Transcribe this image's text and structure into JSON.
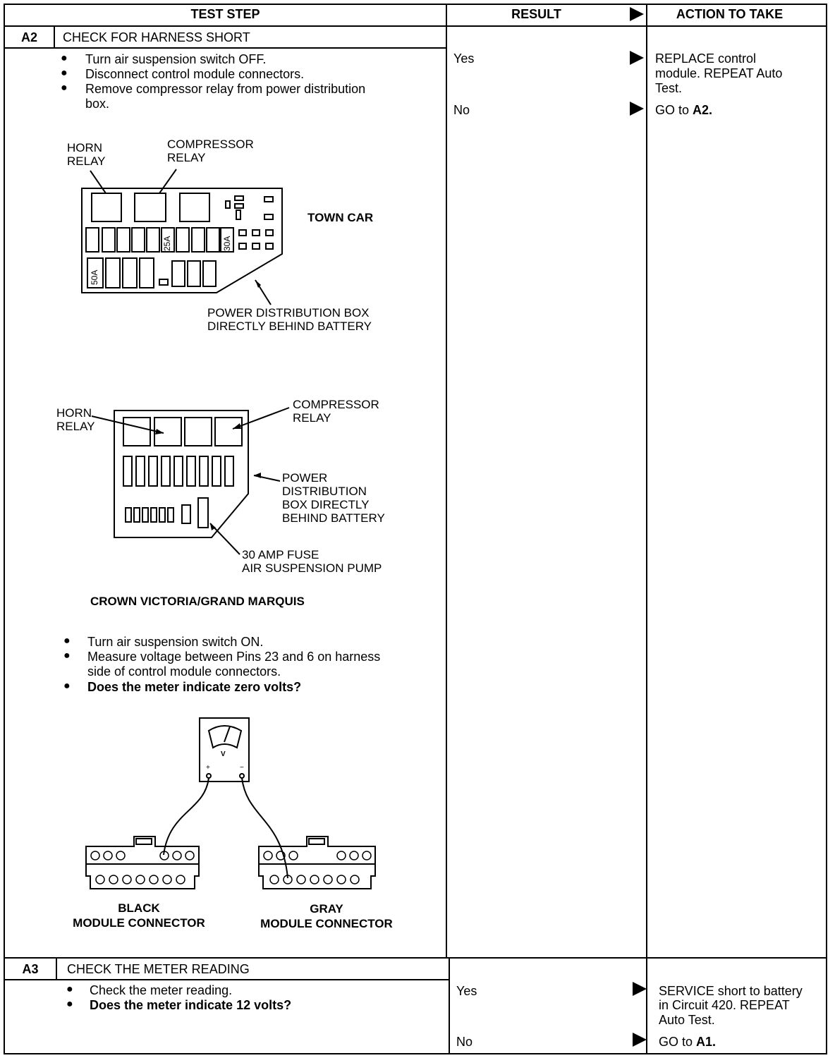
{
  "header": {
    "test_step": "TEST STEP",
    "result": "RESULT",
    "action": "ACTION TO TAKE"
  },
  "a2": {
    "step_id": "A2",
    "title": "CHECK FOR HARNESS SHORT",
    "bullets_top": [
      "Turn air suspension switch OFF.",
      "Disconnect control module connectors.",
      "Remove compressor relay from power distribution",
      "box."
    ],
    "diagram1": {
      "horn_relay_1": "HORN",
      "horn_relay_2": "RELAY",
      "comp_relay_1": "COMPRESSOR",
      "comp_relay_2": "RELAY",
      "model": "TOWN CAR",
      "fuse_25": "25A",
      "fuse_30": "30A",
      "fuse_50": "50A",
      "pdb_1": "POWER DISTRIBUTION BOX",
      "pdb_2": "DIRECTLY BEHIND BATTERY"
    },
    "diagram2": {
      "horn_relay_1": "HORN",
      "horn_relay_2": "RELAY",
      "comp_relay_1": "COMPRESSOR",
      "comp_relay_2": "RELAY",
      "pdb_1": "POWER",
      "pdb_2": "DISTRIBUTION",
      "pdb_3": "BOX DIRECTLY",
      "pdb_4": "BEHIND BATTERY",
      "fuse_1": "30 AMP FUSE",
      "fuse_2": "AIR SUSPENSION PUMP",
      "model": "CROWN VICTORIA/GRAND MARQUIS"
    },
    "bullets_bottom": [
      "Turn air suspension switch ON.",
      "Measure voltage between Pins 23 and 6 on harness",
      "side of control module connectors.",
      "Does the meter indicate zero volts?"
    ],
    "meter": {
      "symbol": "V",
      "plus": "+",
      "minus": "−",
      "black_1": "BLACK",
      "black_2": "MODULE CONNECTOR",
      "gray_1": "GRAY",
      "gray_2": "MODULE CONNECTOR"
    },
    "result_yes": "Yes",
    "result_no": "No",
    "action_yes_1": "REPLACE control",
    "action_yes_2": "module. REPEAT Auto",
    "action_yes_3": "Test.",
    "action_no_prefix": "GO to ",
    "action_no_ref": "A2."
  },
  "a3": {
    "step_id": "A3",
    "title": "CHECK THE METER READING",
    "bullet_1": "Check the meter reading.",
    "bullet_2": "Does the meter indicate 12 volts?",
    "result_yes": "Yes",
    "result_no": "No",
    "action_yes_1": "SERVICE short to battery",
    "action_yes_2": "in Circuit 420. REPEAT",
    "action_yes_3": "Auto Test.",
    "action_no_prefix": "GO to ",
    "action_no_ref": "A1."
  }
}
